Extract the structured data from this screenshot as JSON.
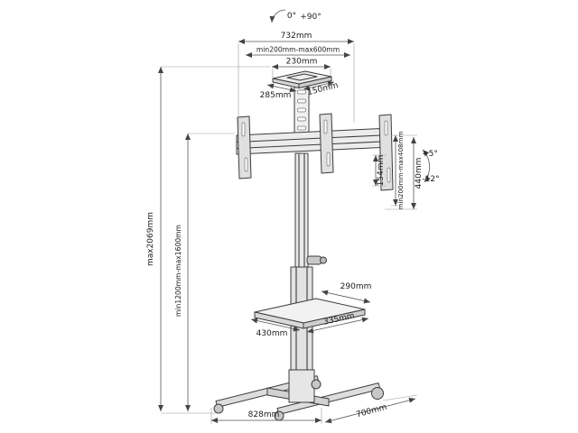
{
  "labels": {
    "rotation_zero": "0°",
    "rotation_max": "+90°",
    "top_width": "732mm",
    "column_range": "min200mm-max600mm",
    "plate_width": "230mm",
    "plate_depth": "285mm",
    "plate_side": "150mm",
    "vesa_range": "min200mm-max408mm",
    "hole_spacing": "154mm",
    "bracket_height": "440mm",
    "tilt_up": "+5°",
    "tilt_down": "-12°",
    "overall_height": "max2069mm",
    "height_range": "min1200mm-max1600mm",
    "shelf_depth": "290mm",
    "shelf_diagonal": "335mm",
    "shelf_width": "430mm",
    "base_width": "828mm",
    "base_depth": "700mm"
  }
}
